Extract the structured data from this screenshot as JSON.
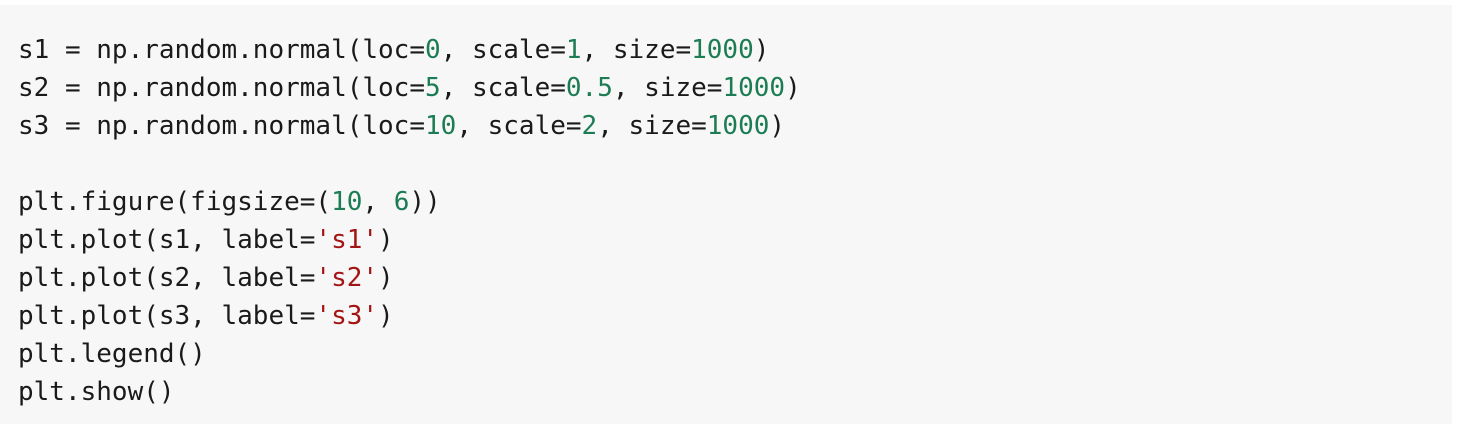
{
  "code_block": {
    "language": "python",
    "lines": [
      [
        {
          "t": "plain",
          "v": "s1 = np.random.normal(loc="
        },
        {
          "t": "num",
          "v": "0"
        },
        {
          "t": "plain",
          "v": ", scale="
        },
        {
          "t": "num",
          "v": "1"
        },
        {
          "t": "plain",
          "v": ", size="
        },
        {
          "t": "num",
          "v": "1000"
        },
        {
          "t": "plain",
          "v": ")"
        }
      ],
      [
        {
          "t": "plain",
          "v": "s2 = np.random.normal(loc="
        },
        {
          "t": "num",
          "v": "5"
        },
        {
          "t": "plain",
          "v": ", scale="
        },
        {
          "t": "num",
          "v": "0.5"
        },
        {
          "t": "plain",
          "v": ", size="
        },
        {
          "t": "num",
          "v": "1000"
        },
        {
          "t": "plain",
          "v": ")"
        }
      ],
      [
        {
          "t": "plain",
          "v": "s3 = np.random.normal(loc="
        },
        {
          "t": "num",
          "v": "10"
        },
        {
          "t": "plain",
          "v": ", scale="
        },
        {
          "t": "num",
          "v": "2"
        },
        {
          "t": "plain",
          "v": ", size="
        },
        {
          "t": "num",
          "v": "1000"
        },
        {
          "t": "plain",
          "v": ")"
        }
      ],
      [],
      [
        {
          "t": "plain",
          "v": "plt.figure(figsize=("
        },
        {
          "t": "num",
          "v": "10"
        },
        {
          "t": "plain",
          "v": ", "
        },
        {
          "t": "num",
          "v": "6"
        },
        {
          "t": "plain",
          "v": "))"
        }
      ],
      [
        {
          "t": "plain",
          "v": "plt.plot(s1, label="
        },
        {
          "t": "str",
          "v": "'s1'"
        },
        {
          "t": "plain",
          "v": ")"
        }
      ],
      [
        {
          "t": "plain",
          "v": "plt.plot(s2, label="
        },
        {
          "t": "str",
          "v": "'s2'"
        },
        {
          "t": "plain",
          "v": ")"
        }
      ],
      [
        {
          "t": "plain",
          "v": "plt.plot(s3, label="
        },
        {
          "t": "str",
          "v": "'s3'"
        },
        {
          "t": "plain",
          "v": ")"
        }
      ],
      [
        {
          "t": "plain",
          "v": "plt.legend()"
        }
      ],
      [
        {
          "t": "plain",
          "v": "plt.show()"
        }
      ]
    ]
  },
  "colors": {
    "background": "#f7f7f7",
    "text": "#1a1a1a",
    "number": "#1c7c54",
    "string": "#a31515"
  }
}
